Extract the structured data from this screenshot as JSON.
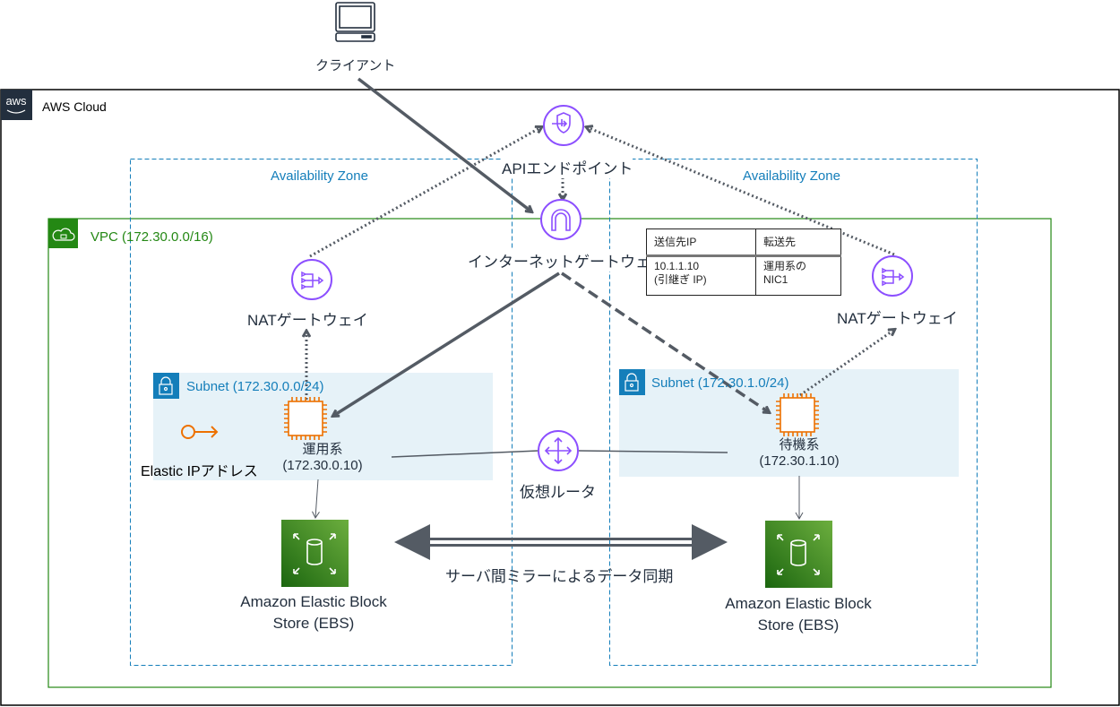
{
  "client": {
    "label": "クライアント",
    "icon": "computer-icon"
  },
  "aws_cloud": {
    "label": "AWS Cloud",
    "logo": "aws"
  },
  "availability_zones": [
    {
      "label": "Availability Zone"
    },
    {
      "label": "Availability Zone"
    }
  ],
  "vpc": {
    "label": "VPC (172.30.0.0/16)"
  },
  "api_endpoint": {
    "label": "APIエンドポイント"
  },
  "internet_gateway": {
    "label": "インターネットゲートウェイ"
  },
  "nat_gateways": [
    {
      "label_en": "NAT",
      "label_ja": "ゲートウェイ"
    },
    {
      "label_en": "NAT",
      "label_ja": "ゲートウェイ"
    }
  ],
  "route_table": {
    "headers": [
      "送信先IP",
      "転送先"
    ],
    "rows": [
      {
        "dest_line1": "10.1.1.10",
        "dest_line2": "(引継ぎ IP)",
        "target_line1": "運用系の",
        "target_line2": "NIC1"
      }
    ]
  },
  "subnets": [
    {
      "label": "Subnet (172.30.0.0/24)",
      "instance_name": "運用系",
      "instance_ip": "(172.30.0.10)"
    },
    {
      "label": "Subnet (172.30.1.0/24)",
      "instance_name": "待機系",
      "instance_ip": "(172.30.1.10)"
    }
  ],
  "elastic_ip": {
    "label": "Elastic IPアドレス"
  },
  "virtual_router": {
    "label": "仮想ルータ"
  },
  "ebs": [
    {
      "line1": "Amazon Elastic Block",
      "line2": "Store (EBS)"
    },
    {
      "line1": "Amazon Elastic Block",
      "line2": "Store (EBS)"
    }
  ],
  "mirror": {
    "label": "サーバ間ミラーによるデータ同期"
  },
  "colors": {
    "aws_dark": "#232f3e",
    "vpc_green": "#248814",
    "az_blue": "#147eba",
    "subnet_bg": "#e6f2f8",
    "purple": "#8c4fff",
    "orange": "#ed7100",
    "ebs_green": "#3f8624",
    "arrow_gray": "#545b64"
  }
}
